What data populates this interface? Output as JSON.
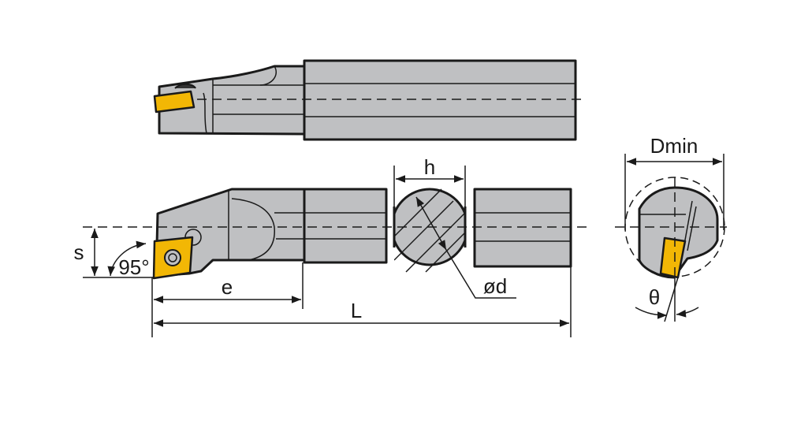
{
  "labels": {
    "h": "h",
    "d": "ød",
    "s": "s",
    "angle": "95°",
    "e": "e",
    "L": "L",
    "dmin": "Dmin",
    "theta": "θ"
  },
  "colors": {
    "body": "#bfc0c2",
    "insert": "#f2b705",
    "line": "#1a1a1a"
  }
}
